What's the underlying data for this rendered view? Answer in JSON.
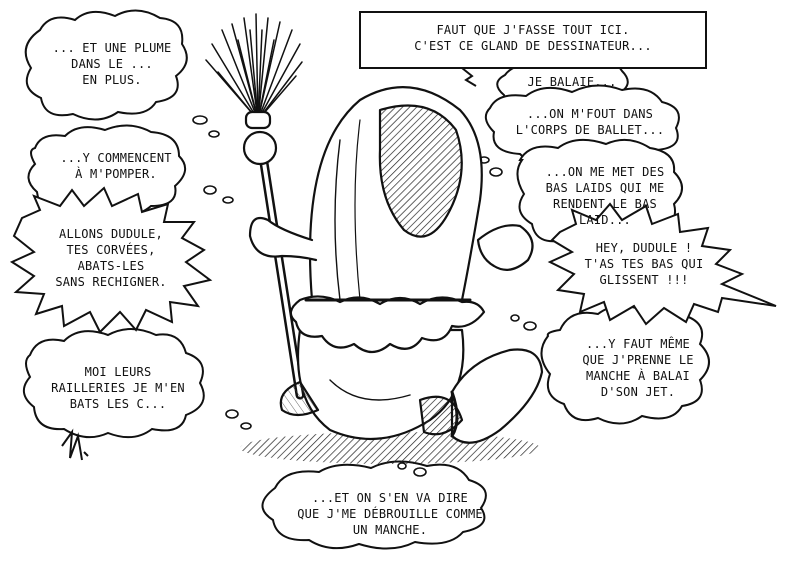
{
  "colors": {
    "ink": "#111111",
    "paper": "#ffffff",
    "shade": "#9a9a9a"
  },
  "bubbles": {
    "plume": {
      "lines": [
        "... ET UNE PLUME",
        "DANS LE ...",
        "EN PLUS."
      ]
    },
    "pomper": {
      "lines": [
        "...Y COMMENCENT",
        "À M'POMPER."
      ]
    },
    "dudule": {
      "lines": [
        "ALLONS DUDULE,",
        "TES CORVÉES,",
        "ABATS-LES",
        "SANS RECHIGNER."
      ]
    },
    "railleries": {
      "lines": [
        "MOI LEURS",
        "RAILLERIES JE M'EN",
        "BATS LES C..."
      ]
    },
    "faut": {
      "lines": [
        "FAUT QUE J'FASSE TOUT ICI.",
        "C'EST CE GLAND DE DESSINATEUR..."
      ]
    },
    "balaie": {
      "lines": [
        "JE BALAIE..."
      ]
    },
    "ballet": {
      "lines": [
        "...ON M'FOUT DANS",
        "L'CORPS DE BALLET..."
      ]
    },
    "baslaids": {
      "lines": [
        "...ON ME MET DES",
        "BAS LAIDS QUI ME",
        "RENDENT LE BAS",
        "LAID..."
      ]
    },
    "hey": {
      "lines": [
        "HEY, DUDULE !",
        "T'AS TES BAS QUI",
        "GLISSENT !!!"
      ]
    },
    "manche": {
      "lines": [
        "...Y FAUT MÊME",
        "QUE J'PRENNE LE",
        "MANCHE À BALAI",
        "D'SON JET."
      ]
    },
    "vadire": {
      "lines": [
        "...ET ON S'EN VA DIRE",
        "QUE J'ME DÉBROUILLE COMME",
        "UN MANCHE."
      ]
    }
  }
}
